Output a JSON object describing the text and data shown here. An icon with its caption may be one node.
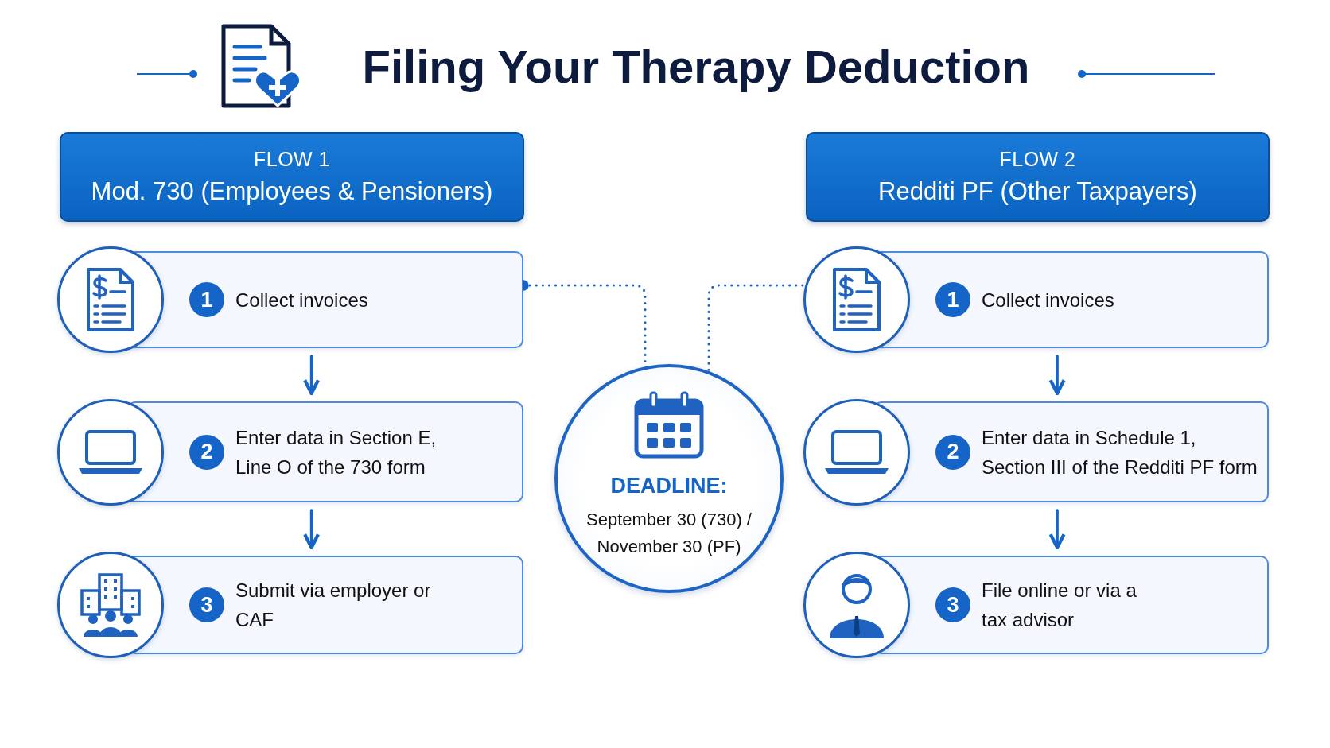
{
  "diagram": {
    "title": "Filing Your Therapy Deduction",
    "nodes": [
      {
        "text": [
          "FLOW 1",
          "Mod. 730 (Employees & Pensioners)"
        ]
      },
      {
        "text": [
          "1",
          "Collect invoices"
        ]
      },
      {
        "text": [
          "2",
          "Enter data in Section E, Line O of the 730 form"
        ]
      },
      {
        "text": [
          "3",
          "Submit via employer or CAF"
        ]
      },
      {
        "text": [
          "DEADLINE:",
          "September 30 (730) / November 30 (PF)"
        ]
      },
      {
        "text": [
          "FLOW 2",
          "Redditi PF (Other Taxpayers)"
        ]
      },
      {
        "text": [
          "1",
          "Collect invoices"
        ]
      },
      {
        "text": [
          "2",
          "Enter data in Schedule 1, Section III of the Redditi PF form"
        ]
      },
      {
        "text": [
          "3",
          "File online or via a tax advisor"
        ]
      }
    ],
    "edges": [
      {
        "from": 1,
        "to": 2,
        "arrow": "to"
      },
      {
        "from": 2,
        "to": 3,
        "arrow": "to"
      },
      {
        "from": 6,
        "to": 7,
        "arrow": "to"
      },
      {
        "from": 7,
        "to": 8,
        "arrow": "to"
      },
      {
        "from": 1,
        "to": 4,
        "arrow": "other",
        "style": "dashed"
      },
      {
        "from": 6,
        "to": 4,
        "arrow": "other",
        "style": "dashed"
      }
    ]
  }
}
